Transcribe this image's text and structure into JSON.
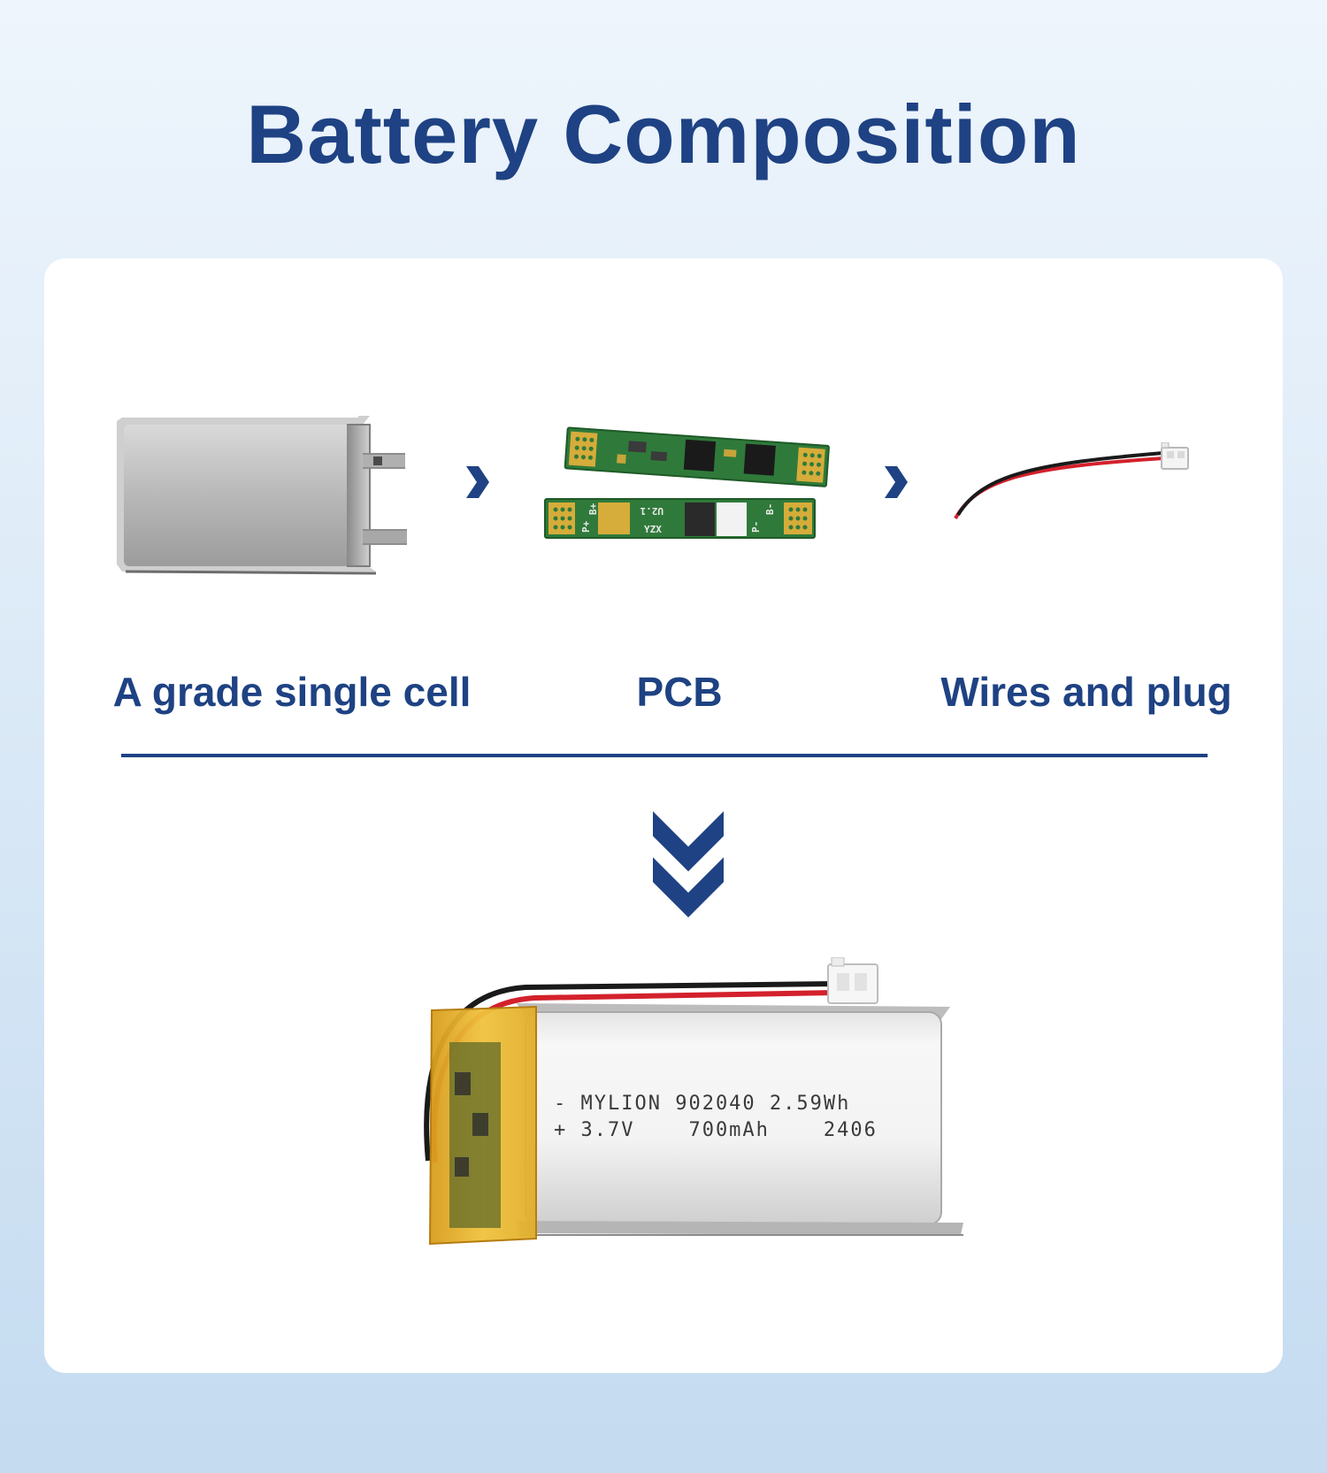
{
  "title": "Battery Composition",
  "components": [
    {
      "label": "A grade single cell",
      "icon": "pouch-cell-icon"
    },
    {
      "label": "PCB",
      "icon": "pcb-board-icon"
    },
    {
      "label": "Wires and plug",
      "icon": "wire-plug-icon"
    }
  ],
  "pcb": {
    "top_marks": [
      "P+",
      "B+",
      "U2.1",
      "YZX",
      "P-",
      "B-"
    ]
  },
  "product": {
    "line1": "- MYLION 902040 2.59Wh",
    "line2": "+ 3.7V    700mAh    2406"
  },
  "colors": {
    "accent": "#1e4283",
    "background_top": "#eef5fc",
    "background_bottom": "#c4dbf0",
    "card": "#ffffff",
    "pcb_green": "#2f7a3a",
    "wire_red": "#d3212c",
    "wire_black": "#1a1a1a",
    "kapton_yellow": "#e8b731"
  }
}
